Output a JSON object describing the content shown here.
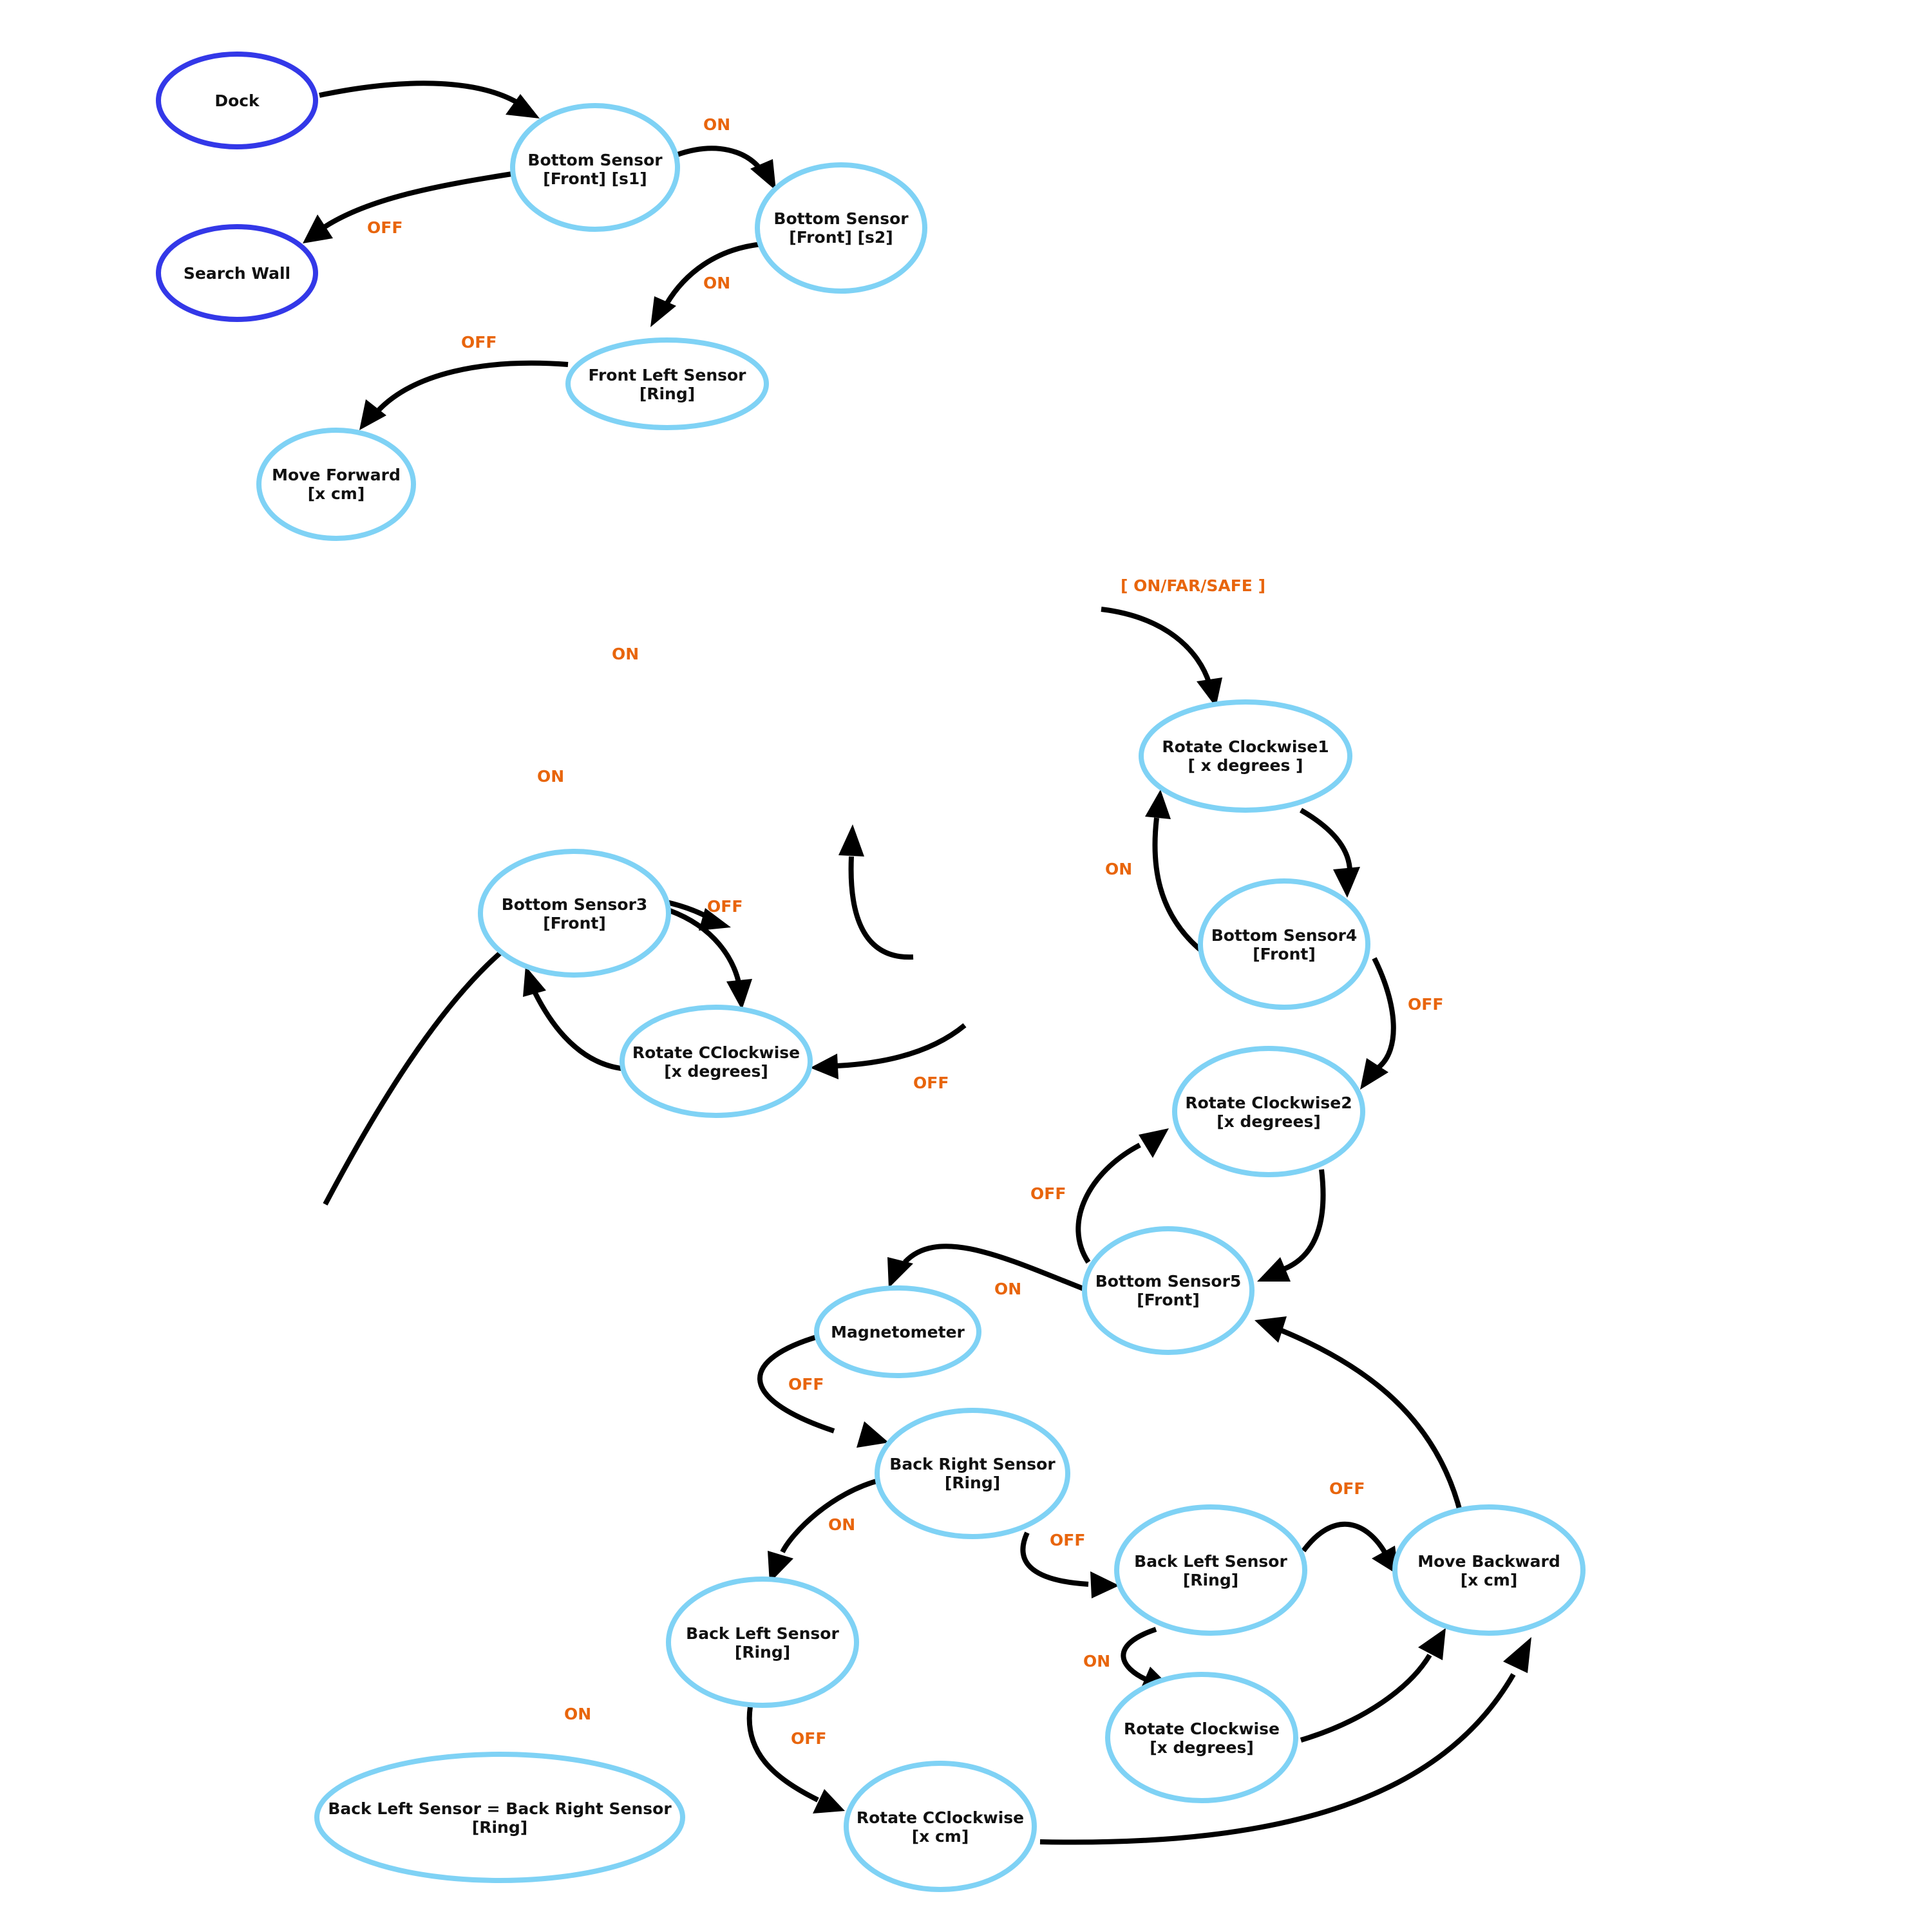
{
  "colors": {
    "node_stroke_primary": "#3338e8",
    "node_stroke_secondary": "#7fd2f5",
    "label": "#e8650c",
    "edge": "#000000"
  },
  "nodes": {
    "dock": {
      "lines": [
        "Dock"
      ],
      "style": "primary"
    },
    "search_wall": {
      "lines": [
        "Search Wall"
      ],
      "style": "primary"
    },
    "bottom_sensor_s1": {
      "lines": [
        "Bottom Sensor",
        "[Front] [s1]"
      ],
      "style": "secondary"
    },
    "bottom_sensor_s2": {
      "lines": [
        "Bottom Sensor",
        "[Front] [s2]"
      ],
      "style": "secondary"
    },
    "front_left_sensor": {
      "lines": [
        "Front Left Sensor",
        "[Ring]"
      ],
      "style": "secondary"
    },
    "move_forward": {
      "lines": [
        "Move Forward",
        "[x cm]"
      ],
      "style": "secondary"
    },
    "rotate_clockwise1": {
      "lines": [
        "Rotate Clockwise1",
        "[ x degrees ]"
      ],
      "style": "secondary"
    },
    "bottom_sensor4": {
      "lines": [
        "Bottom Sensor4",
        "[Front]"
      ],
      "style": "secondary"
    },
    "bottom_sensor3": {
      "lines": [
        "Bottom Sensor3",
        "[Front]"
      ],
      "style": "secondary"
    },
    "rotate_cclockwise_deg": {
      "lines": [
        "Rotate CClockwise",
        "[x degrees]"
      ],
      "style": "secondary"
    },
    "rotate_clockwise2": {
      "lines": [
        "Rotate Clockwise2",
        "[x degrees]"
      ],
      "style": "secondary"
    },
    "bottom_sensor5": {
      "lines": [
        "Bottom Sensor5",
        "[Front]"
      ],
      "style": "secondary"
    },
    "magnetometer": {
      "lines": [
        "Magnetometer"
      ],
      "style": "secondary"
    },
    "back_right_sensor": {
      "lines": [
        "Back Right Sensor",
        "[Ring]"
      ],
      "style": "secondary"
    },
    "back_left_sensor_a": {
      "lines": [
        "Back Left Sensor",
        "[Ring]"
      ],
      "style": "secondary"
    },
    "back_left_sensor_b": {
      "lines": [
        "Back Left Sensor",
        "[Ring]"
      ],
      "style": "secondary"
    },
    "move_backward": {
      "lines": [
        "Move Backward",
        "[x cm]"
      ],
      "style": "secondary"
    },
    "rotate_clockwise_deg": {
      "lines": [
        "Rotate Clockwise",
        "[x degrees]"
      ],
      "style": "secondary"
    },
    "rotate_cclockwise_cm": {
      "lines": [
        "Rotate CClockwise",
        "[x cm]"
      ],
      "style": "secondary"
    },
    "back_left_equals_right": {
      "lines": [
        "Back Left Sensor =  Back Right Sensor",
        "[Ring]"
      ],
      "style": "secondary"
    }
  },
  "labels": {
    "on_s1_s2": "ON",
    "off_s1_search": "OFF",
    "on_s2_frontleft": "ON",
    "off_frontleft_move": "OFF",
    "on_far_safe": "[ ON/FAR/SAFE ]",
    "on_floating_1": "ON",
    "on_floating_2": "ON",
    "on_bs4_rc1": "ON",
    "off_bs3": "OFF",
    "off_bs4_rc2": "OFF",
    "off_to_rcc": "OFF",
    "off_bs5_rc2": "OFF",
    "on_bs5_mag": "ON",
    "off_mag_brs": "OFF",
    "on_brs_bls": "ON",
    "off_brs_bls": "OFF",
    "off_bls_mb": "OFF",
    "on_bls_rc": "ON",
    "off_bls_rcc": "OFF",
    "on_floating_3": "ON"
  }
}
